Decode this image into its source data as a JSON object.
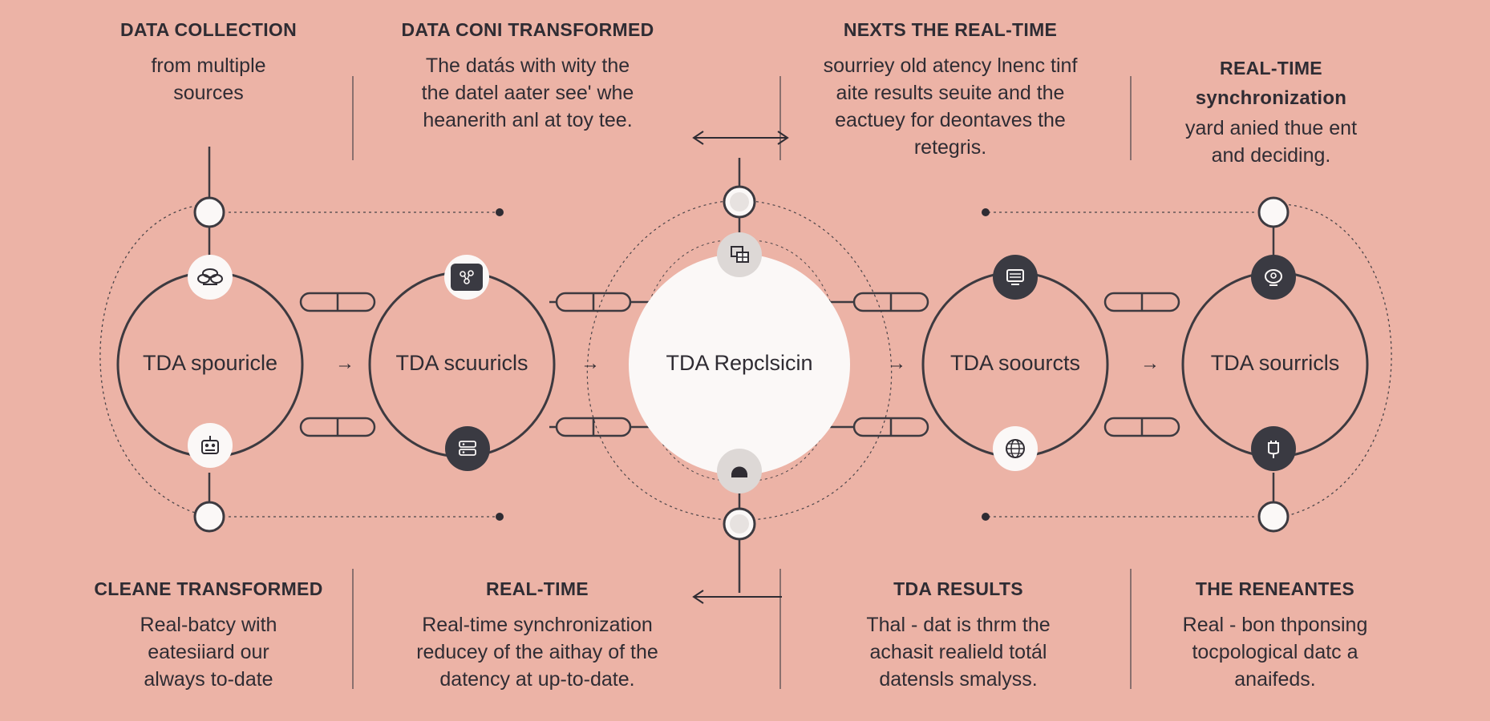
{
  "top_blocks": [
    {
      "title": "DATA COLLECTION",
      "body": [
        "from multiple",
        "sources"
      ]
    },
    {
      "title": "DATA CONI TRANSFORMED",
      "body": [
        "The datás with wity the",
        "the datel aater see' whe",
        "heanerith anl at toy tee."
      ]
    },
    {
      "title": "NEXTS THE REAL-TIME",
      "body": [
        "sourriey old atency lnenc tinf",
        "aite results seuite and the",
        "eactuey for deontaves the",
        "retegris."
      ]
    },
    {
      "title": "REAL-TIME",
      "title2": "synchronization",
      "body": [
        "yard anied thue ent",
        "and deciding."
      ]
    }
  ],
  "bottom_blocks": [
    {
      "title": "CLEANE TRANSFORMED",
      "body": [
        "Real-batcy with",
        "eatesiiard our",
        "always to-date"
      ]
    },
    {
      "title": "REAL-TIME",
      "body": [
        "Real-time synchronization",
        "reducey of the aithay of the",
        "datency at up-to-date."
      ]
    },
    {
      "title": "TDA RESULTS",
      "body": [
        "Thal - dat is thrm the",
        "achasit realield totál",
        "datensls smalyss."
      ]
    },
    {
      "title": "THE RENEANTES",
      "body": [
        "Real - bon thponsing",
        "tocpological datc a",
        "anaifeds."
      ]
    }
  ],
  "nodes": [
    {
      "label": "TDA spouricle",
      "top_icon": "cloud-database-icon",
      "bottom_icon": "sensor-grid-icon"
    },
    {
      "label": "TDA scuuricls",
      "top_icon": "network-nodes-icon",
      "bottom_icon": "server-stack-icon"
    },
    {
      "label": "TDA Repclsicin",
      "top_icon": "data-table-icon",
      "bottom_icon": "storage-drive-icon"
    },
    {
      "label": "TDA soourcts",
      "top_icon": "monitor-icon",
      "bottom_icon": "globe-grid-icon"
    },
    {
      "label": "TDA sourricls",
      "top_icon": "person-badge-icon",
      "bottom_icon": "device-plug-icon"
    }
  ],
  "arrow_glyph": "→",
  "colors": {
    "background": "#ecb3a6",
    "stroke": "#3d3a40",
    "center_fill": "#fbf8f7",
    "dark_badge": "#3a3a42",
    "light_badge": "#fbf8f7"
  }
}
